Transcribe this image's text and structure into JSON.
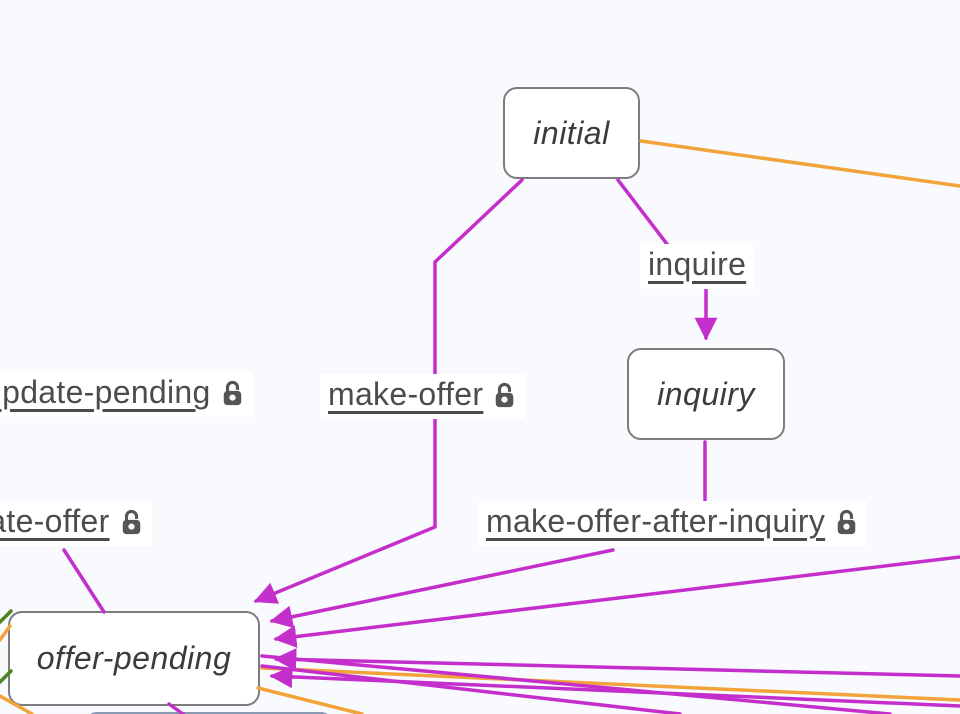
{
  "diagram": {
    "states": [
      {
        "id": "initial",
        "label": "initial"
      },
      {
        "id": "inquiry",
        "label": "inquiry"
      },
      {
        "id": "offer-pending",
        "label": "offer-pending"
      },
      {
        "id": "partial-bottom-state",
        "label": ""
      }
    ],
    "transitions": [
      {
        "label": "inquire",
        "locked": false
      },
      {
        "label": "update-pending",
        "locked": true
      },
      {
        "label": "make-offer",
        "locked": true
      },
      {
        "label": "update-offer",
        "locked": true
      },
      {
        "label": "make-offer-after-inquiry",
        "locked": true
      }
    ],
    "colors": {
      "background": "#f9fafd",
      "state_border": "#7d7d7d",
      "state_text": "#3b3b3b",
      "label_text": "#4c4c4c",
      "edge_primary": "#c42ecb",
      "edge_orange": "#f2a33a",
      "edge_green": "#4a851d",
      "lock_icon": "#555555",
      "partial_state_border": "#8b99b0"
    }
  }
}
